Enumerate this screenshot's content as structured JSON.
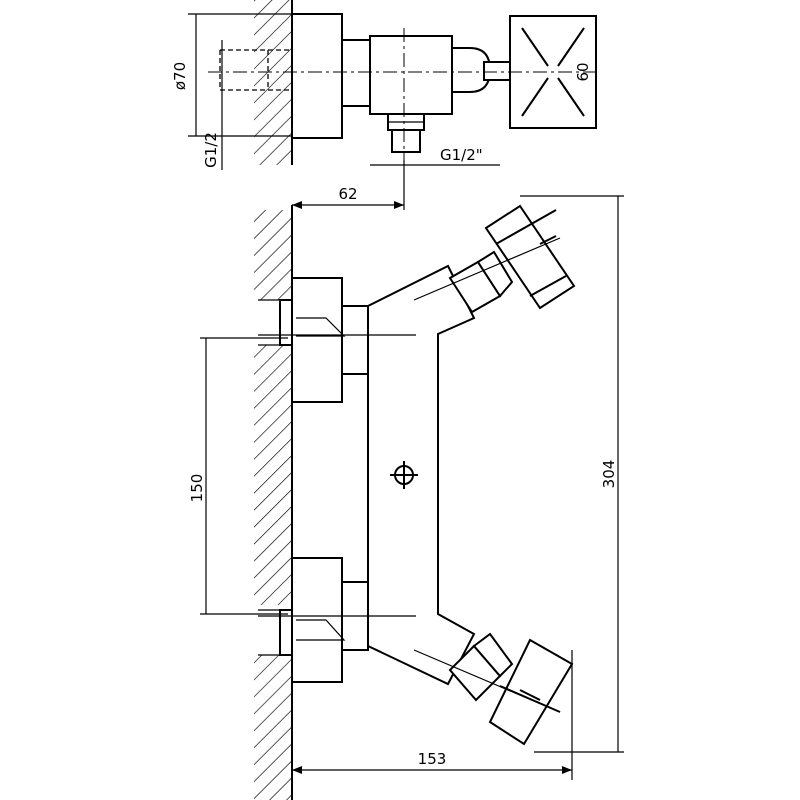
{
  "dimensions": {
    "diameter": "ø70",
    "inlet_thread": "G1/2",
    "outlet_thread": "G1/2\"",
    "depth_top": "62",
    "handle_height": "60",
    "center_distance": "150",
    "total_height": "304",
    "total_depth": "153"
  }
}
